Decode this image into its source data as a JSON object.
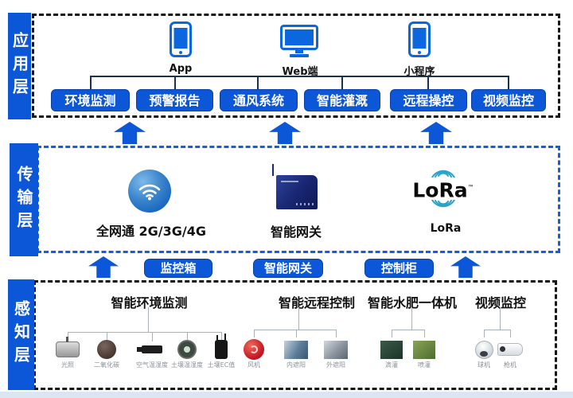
{
  "app_layer": {
    "bar_label": "应用层",
    "devices": [
      {
        "label": "App",
        "icon": "smartphone-icon"
      },
      {
        "label": "Web端",
        "icon": "monitor-icon"
      },
      {
        "label": "小程序",
        "icon": "smartphone-icon"
      }
    ],
    "functions": [
      "环境监测",
      "预警报告",
      "通风系统",
      "智能灌溉",
      "远程操控",
      "视频监控"
    ]
  },
  "transmission_layer": {
    "bar_label": "传输层",
    "items": [
      {
        "label": "全网通 2G/3G/4G",
        "icon": "wifi-sphere-icon"
      },
      {
        "label": "智能网关",
        "icon": "gateway-device-icon"
      },
      {
        "label": "LoRa",
        "icon": "lora-logo"
      }
    ],
    "lora_logo": {
      "text": "LoRa",
      "trademark": "™"
    }
  },
  "link_labels": [
    "监控箱",
    "智能网关",
    "控制柜"
  ],
  "perception_layer": {
    "bar_label": "感知层",
    "groups": [
      {
        "title": "智能环境监测",
        "items": [
          "光照",
          "二氧化碳",
          "空气温湿度",
          "土壤温湿度",
          "土壤EC值"
        ]
      },
      {
        "title": "智能远程控制",
        "items": [
          "风机",
          "内遮阳",
          "外遮阳"
        ]
      },
      {
        "title": "智能水肥一体机",
        "items": [
          "滴灌",
          "喷灌"
        ]
      },
      {
        "title": "视频监控",
        "items": [
          "球机",
          "枪机"
        ]
      }
    ]
  },
  "colors": {
    "primary_blue": "#0b57d8",
    "icon_blue": "#0a67e0",
    "connector_navy": "#1c3050",
    "dashed_border_dark": "#161616",
    "dashed_border_blue": "#1a5be0",
    "tree_line_gray": "#a9b2ba",
    "lora_arc_cyan": "#2aa5c8"
  }
}
